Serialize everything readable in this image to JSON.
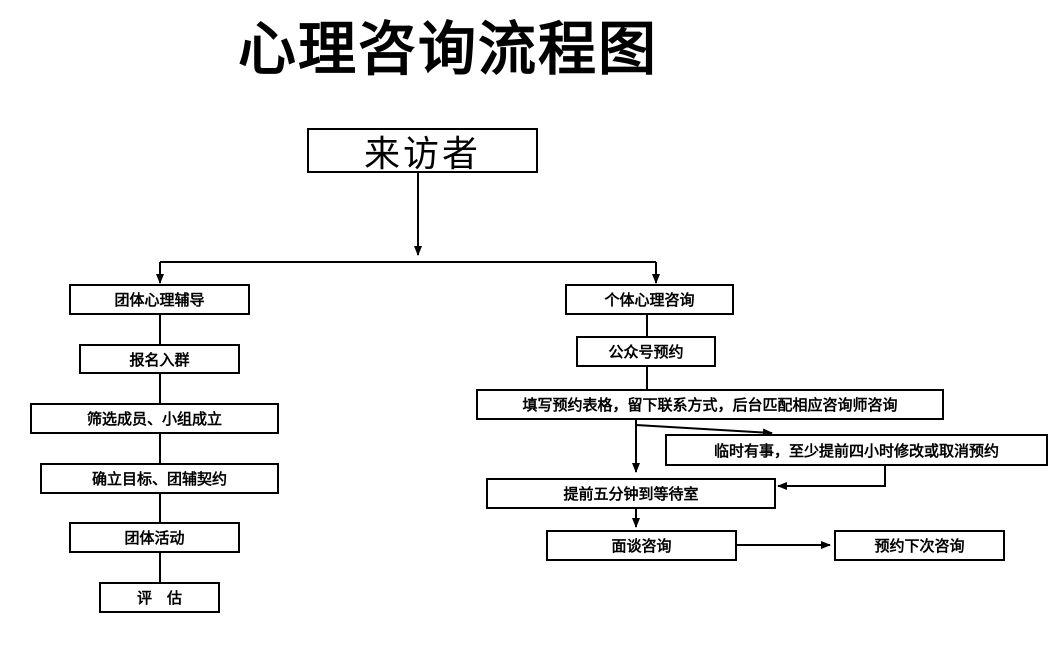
{
  "title": "心理咨询流程图",
  "nodes": {
    "visitor": "来访者",
    "group": "团体心理辅导",
    "individual": "个体心理咨询",
    "group_signup": "报名入群",
    "group_screen": "筛选成员、小组成立",
    "group_goal": "确立目标、团辅契约",
    "group_activity": "团体活动",
    "group_eval": "评　估",
    "wechat": "公众号预约",
    "form": "填写预约表格，留下联系方式，后台匹配相应咨询师咨询",
    "reschedule": "临时有事，至少提前四小时修改或取消预约",
    "early": "提前五分钟到等待室",
    "interview": "面谈咨询",
    "next": "预约下次咨询"
  }
}
